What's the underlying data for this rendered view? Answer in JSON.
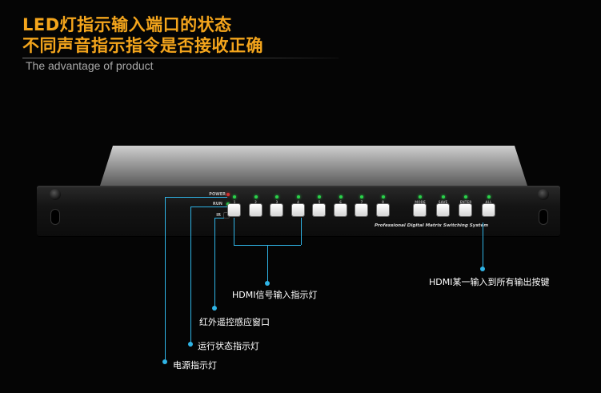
{
  "header": {
    "title_line1": "LED灯指示输入端口的状态",
    "title_line2": "不同声音指示指令是否接收正确",
    "subtitle": "The advantage of product"
  },
  "device": {
    "labels": {
      "power": "POWER",
      "run": "RUN",
      "ir": "IR"
    },
    "input_buttons": [
      "1",
      "2",
      "3",
      "4",
      "5",
      "6",
      "7",
      "8"
    ],
    "function_buttons": [
      "MODE",
      "SAVE",
      "ENTER",
      "ALL"
    ],
    "brand": "Professional Digital Matrix Switching System"
  },
  "callouts": {
    "hdmi_signal_led": "HDMI信号输入指示灯",
    "ir_window": "红外遥控感应窗口",
    "run_status_led": "运行状态指示灯",
    "power_led": "电源指示灯",
    "all_output_button": "HDMI某一输入到所有输出按键"
  },
  "colors": {
    "title": "#f4a51c",
    "callout_line": "#2fb4e6",
    "led_green": "#2ad24a",
    "led_red": "#d23030"
  }
}
